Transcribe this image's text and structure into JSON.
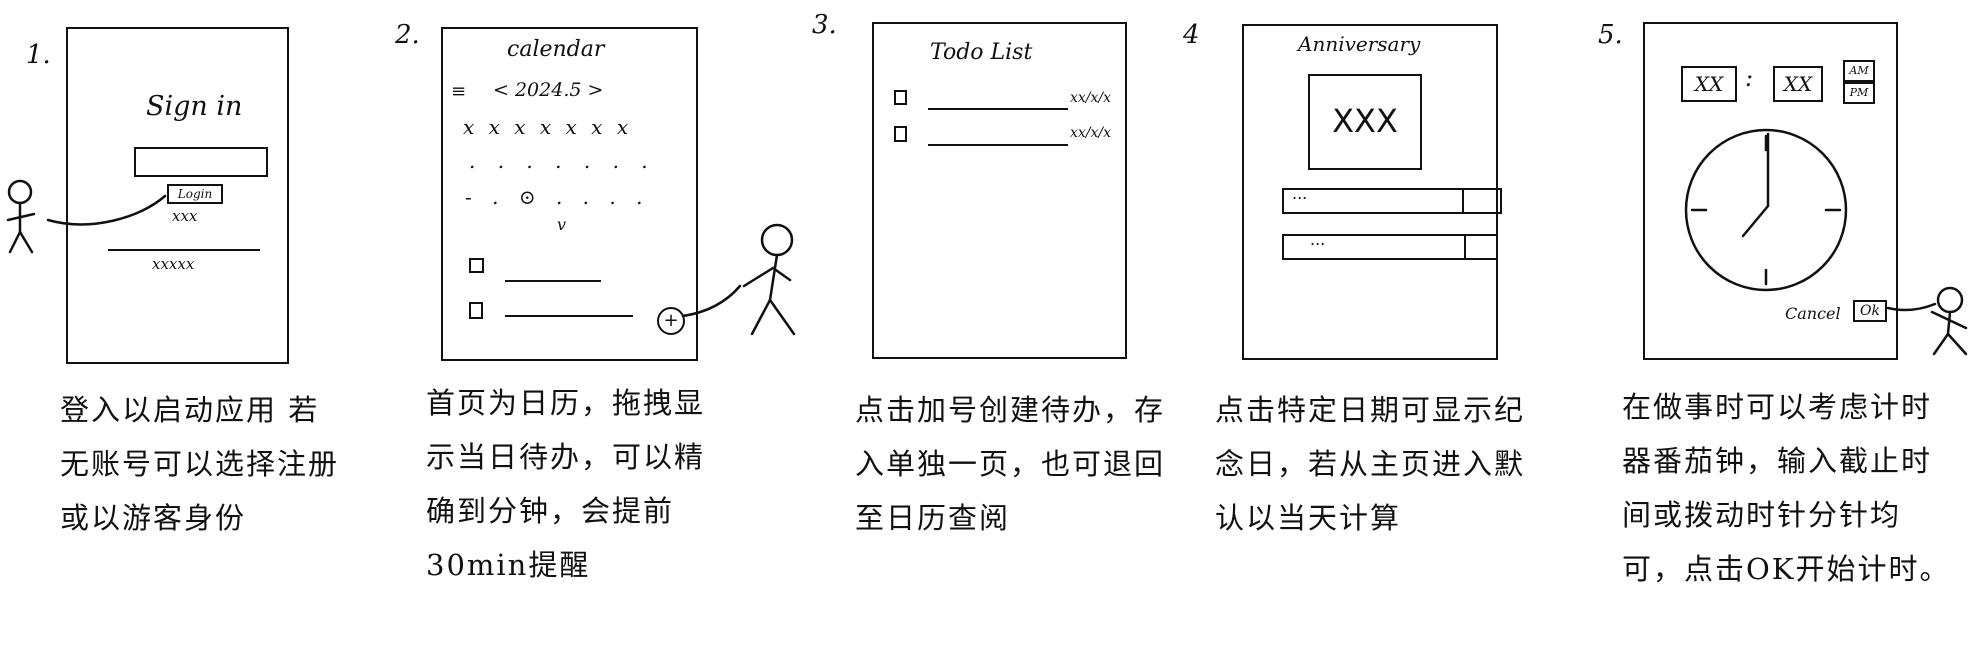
{
  "panels": [
    {
      "number": "1.",
      "title": "Sign in",
      "button": "Login",
      "mid_text": "xxx",
      "bottom_text": "xxxxx",
      "caption": "登入以启动应用 若无账号可以选择注册或以游客身份"
    },
    {
      "number": "2.",
      "title": "calendar",
      "menu_symbol": "≡",
      "month_nav": "< 2024.5 >",
      "weekdays": "x x x x x x x",
      "dot_row_1": ". . . . . . .",
      "dot_row_2": "- . ⊙ . . . .",
      "expand_symbol": "v",
      "add_symbol": "+",
      "caption": "首页为日历，拖拽显示当日待办，可以精确到分钟，会提前30min提醒"
    },
    {
      "number": "3.",
      "title": "Todo List",
      "items": [
        {
          "date": "xx/x/x"
        },
        {
          "date": "xx/x/x"
        }
      ],
      "caption": "点击加号创建待办，存入单独一页，也可退回至日历查阅"
    },
    {
      "number": "4",
      "title": "Anniversary",
      "image_text": "XXX",
      "field_1": "...",
      "field_2": "...",
      "caption": "点击特定日期可显示纪念日，若从主页进入默认以当天计算"
    },
    {
      "number": "5.",
      "hour": "XX",
      "minute": "XX",
      "am": "AM",
      "pm": "PM",
      "colon": ":",
      "cancel": "Cancel",
      "ok": "Ok",
      "caption": "在做事时可以考虑计时器番茄钟，输入截止时间或拨动时针分针均可，点击OK开始计时。"
    }
  ]
}
